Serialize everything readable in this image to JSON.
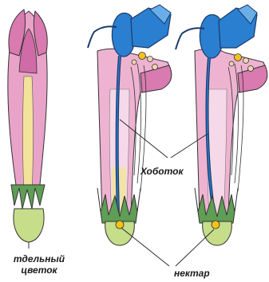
{
  "labels": {
    "single_flower_line1": "тдельный",
    "single_flower_line2": "цветок",
    "proboscis": "Хоботок",
    "nectar": "нектар"
  },
  "colors": {
    "petal_pink": "#d97ab0",
    "petal_light": "#f2b9d6",
    "tube_yellow": "#f3e39a",
    "sepal_green": "#5f9e55",
    "sepal_light": "#c6dd8a",
    "bee_blue": "#2a7fd0",
    "bee_dark": "#1b3a6a",
    "nectar_yellow": "#f4c21a",
    "outline": "#333333"
  }
}
